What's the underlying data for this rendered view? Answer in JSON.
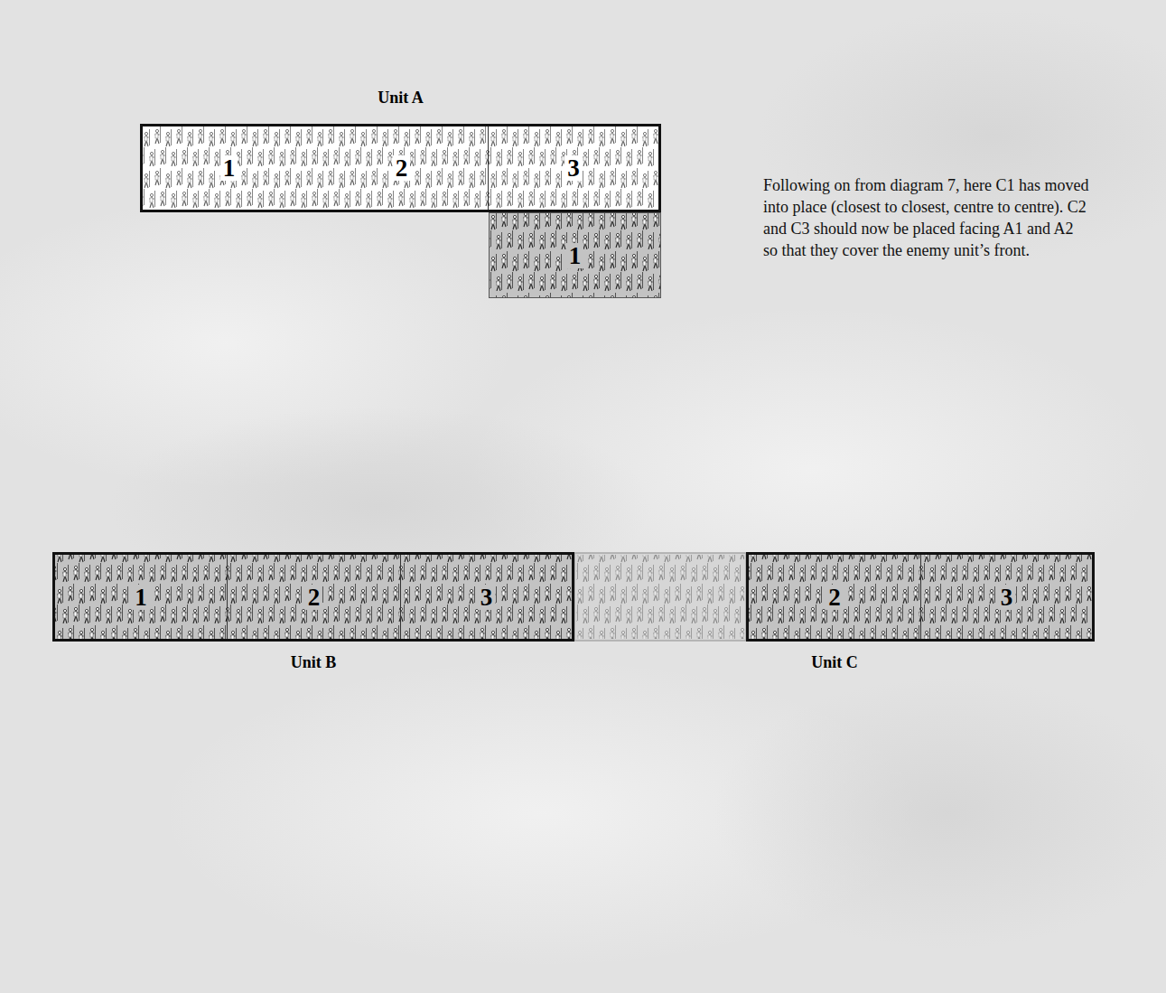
{
  "diagram": {
    "nodes": [
      {
        "text": [
          "Unit A"
        ]
      },
      {
        "text": [
          "1"
        ],
        "in": 0
      },
      {
        "text": [
          "2"
        ],
        "in": 0
      },
      {
        "text": [
          "3"
        ],
        "in": 0
      },
      {
        "text": [
          "1"
        ]
      },
      {
        "text": [
          "Unit B"
        ]
      },
      {
        "text": [
          "1"
        ],
        "in": 5
      },
      {
        "text": [
          "2"
        ],
        "in": 5
      },
      {
        "text": [
          "3"
        ],
        "in": 5
      },
      {
        "text": [
          "Unit C"
        ]
      },
      {
        "text": [
          "2"
        ],
        "in": 9
      },
      {
        "text": [
          "3"
        ],
        "in": 9
      }
    ],
    "labels": [
      "Following on from diagram 7, here C1 has moved into place (closest to closest, centre to centre). C2 and C3 should now be placed facing A1 and A2 so that they cover the enemy unit’s front."
    ]
  }
}
